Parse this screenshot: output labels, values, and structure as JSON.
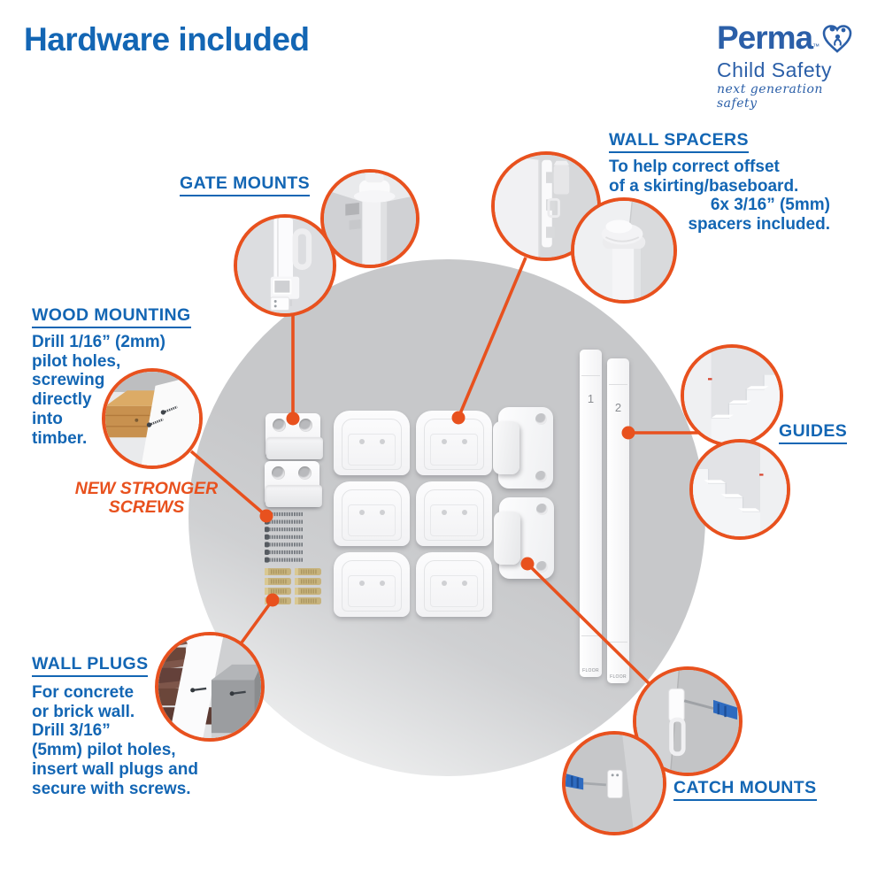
{
  "title": "Hardware included",
  "logo": {
    "brand": "Perma",
    "trademark": "™",
    "subtitle": "Child Safety",
    "tagline": "next generation safety"
  },
  "sections": {
    "gate_mounts": {
      "label": "GATE MOUNTS"
    },
    "wall_spacers": {
      "label": "WALL SPACERS",
      "lines": [
        "To help correct offset",
        "of a skirting/baseboard.",
        "6x 3/16” (5mm)",
        "spacers included."
      ]
    },
    "wood_mounting": {
      "label": "WOOD MOUNTING",
      "lines": [
        "Drill 1/16” (2mm)",
        "pilot holes,",
        "screwing",
        "directly",
        "into",
        "timber."
      ]
    },
    "new_stronger_screws": {
      "lines": [
        "NEW STRONGER",
        "SCREWS"
      ]
    },
    "wall_plugs": {
      "label": "WALL PLUGS",
      "lines": [
        "For concrete",
        "or brick wall.",
        "Drill 3/16”",
        "(5mm) pilot holes,",
        "insert wall plugs and",
        "secure with screws."
      ]
    },
    "guides": {
      "label": "GUIDES"
    },
    "catch_mounts": {
      "label": "CATCH MOUNTS"
    }
  },
  "parts": {
    "guide_strips": [
      {
        "number": "1",
        "floor": "FLOOR"
      },
      {
        "number": "2",
        "floor": "FLOOR"
      }
    ]
  },
  "colors": {
    "blue": "#1366b4",
    "orange": "#e8511e"
  }
}
